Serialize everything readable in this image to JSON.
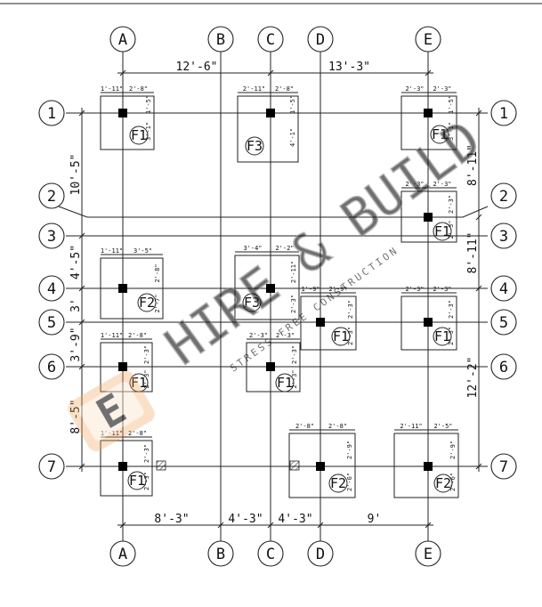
{
  "grid": {
    "column_labels": [
      "A",
      "B",
      "C",
      "D",
      "E"
    ],
    "row_labels": [
      "1",
      "2",
      "3",
      "4",
      "5",
      "6",
      "7"
    ]
  },
  "dimensions": {
    "top": [
      "12'-6\"",
      "13'-3\""
    ],
    "bottom": [
      "8'-3\"",
      "4'-3\"",
      "4'-3\"",
      "9'"
    ],
    "left": [
      "10'-5\"",
      "4'-5\"",
      "3'",
      "3'-9\"",
      "8'-5\""
    ],
    "right": [
      "8'-11\"",
      "8'-11\"",
      "12'-2\""
    ]
  },
  "footings": [
    {
      "label": "F1",
      "dims": [
        "1'-11\"",
        "2'-8\"",
        "1'-5\"",
        "3'-1\""
      ]
    },
    {
      "label": "F3",
      "dims": [
        "2'-11\"",
        "2'-8\"",
        "1'-5\"",
        "4'-1\""
      ]
    },
    {
      "label": "F1",
      "dims": [
        "2'-3\"",
        "2'-3\"",
        "1'-5\"",
        "3'-1\""
      ]
    },
    {
      "label": "F1",
      "dims": [
        "2'-3\"",
        "2'-3\"",
        "2'-3\"",
        "2'-3\""
      ]
    },
    {
      "label": "F2",
      "dims": [
        "1'-11\"",
        "3'-5\"",
        "2'-8\"",
        "2'-7\""
      ]
    },
    {
      "label": "F3",
      "dims": [
        "3'-4\"",
        "2'-2\"",
        "2'-11\"",
        "2'-3\""
      ]
    },
    {
      "label": "F1",
      "dims": [
        "1'-9\"",
        "2'-9\"",
        "2'-3\"",
        "2'-3\""
      ]
    },
    {
      "label": "F1",
      "dims": [
        "2'-3\"",
        "2'-3\"",
        "2'-3\"",
        "2'-3\""
      ]
    },
    {
      "label": "F1",
      "dims": [
        "1'-11\"",
        "2'-8\"",
        "2'-3\"",
        "2'-3\""
      ]
    },
    {
      "label": "F1",
      "dims": [
        "2'-3\"",
        "2'-3\"",
        "2'-3\"",
        "2'-3\""
      ]
    },
    {
      "label": "F1",
      "dims": [
        "1'-11\"",
        "2'-8\"",
        "2'-3\"",
        "2'-3\""
      ]
    },
    {
      "label": "F2",
      "dims": [
        "2'-8\"",
        "2'-8\"",
        "2'-9\"",
        "2'-6\""
      ]
    },
    {
      "label": "F2",
      "dims": [
        "2'-11\"",
        "2'-5\"",
        "2'-9\"",
        "2'-6\""
      ]
    }
  ],
  "watermark": {
    "brand": "HIRE & BUILD",
    "tagline": "STRESS FREE CONSTRUCTION",
    "monogram": "E",
    "colors": {
      "accent": "#f2a25a",
      "ink": "#7a7a7a"
    }
  }
}
